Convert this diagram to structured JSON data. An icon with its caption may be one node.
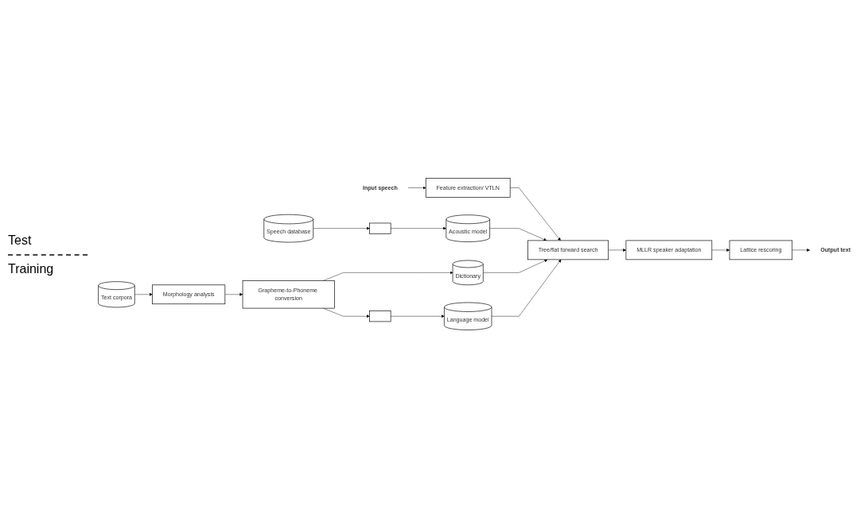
{
  "diagram": {
    "nodes": [
      {
        "text": [
          "Input speech"
        ]
      },
      {
        "text": [
          "Output text"
        ]
      },
      {
        "text": [
          "Feature extraction/ VTLN"
        ]
      },
      {
        "text": [
          "Tree/flat forward search"
        ]
      },
      {
        "text": [
          "MLLR speaker adaptation"
        ]
      },
      {
        "text": [
          "Lattice rescoring"
        ]
      },
      {
        "text": [
          "Acoustic model"
        ]
      },
      {
        "text": [
          "Dictionary"
        ]
      },
      {
        "text": [
          "Language model"
        ]
      },
      {
        "text": [
          "Speech database"
        ]
      },
      {
        "text": [],
        "shape": "box"
      },
      {
        "text": [],
        "shape": "box"
      },
      {
        "text": [
          "Text corpora"
        ]
      },
      {
        "text": [
          "Morphology analysis"
        ]
      },
      {
        "text": [
          "Grapheme-to-Phoneme conversion"
        ]
      }
    ],
    "edges": [
      {
        "from": 0,
        "to": 2,
        "arrow": "to"
      },
      {
        "from": 2,
        "to": 3,
        "arrow": "to"
      },
      {
        "from": 3,
        "to": 4,
        "arrow": "to"
      },
      {
        "from": 4,
        "to": 5,
        "arrow": "to"
      },
      {
        "from": 5,
        "to": 1,
        "arrow": "to"
      },
      {
        "from": 6,
        "to": 3,
        "arrow": "to"
      },
      {
        "from": 7,
        "to": 3,
        "arrow": "to"
      },
      {
        "from": 8,
        "to": 3,
        "arrow": "to"
      },
      {
        "from": 9,
        "to": 10,
        "arrow": "to"
      },
      {
        "from": 10,
        "to": 6,
        "arrow": "to"
      },
      {
        "from": 12,
        "to": 13,
        "arrow": "to"
      },
      {
        "from": 13,
        "to": 14,
        "arrow": "to"
      },
      {
        "from": 14,
        "to": 7,
        "arrow": "to"
      },
      {
        "from": 14,
        "to": 11,
        "arrow": "to"
      },
      {
        "from": 11,
        "to": 8,
        "arrow": "to"
      }
    ],
    "labels": [
      "Test",
      "Training"
    ]
  }
}
